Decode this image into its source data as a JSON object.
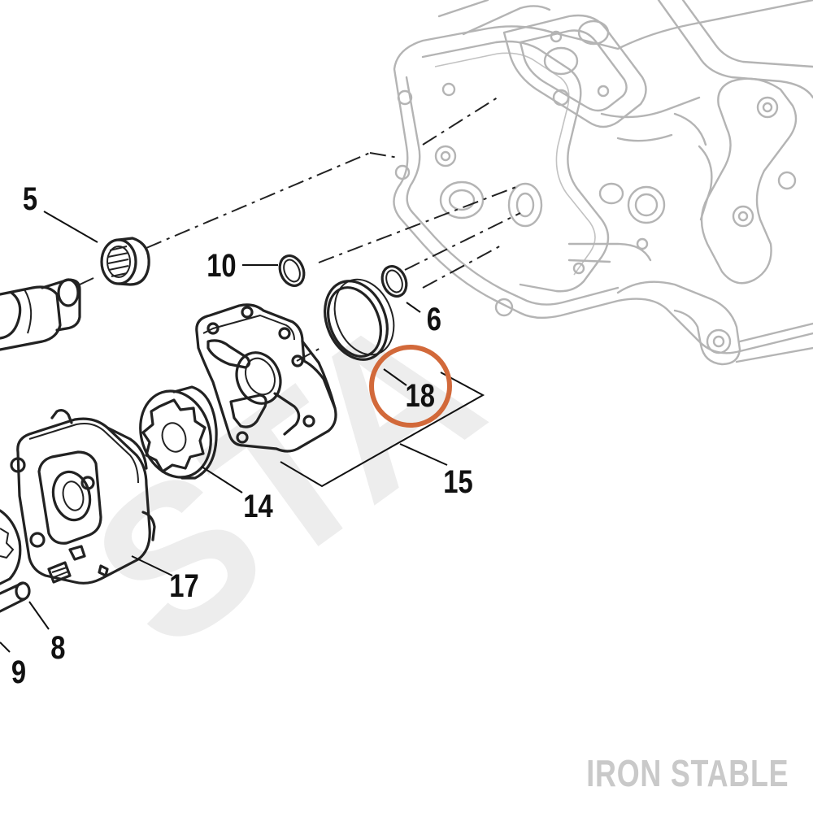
{
  "brand": "IRON STABLE",
  "highlight_color": "#d2693a",
  "labels": {
    "p5": "5",
    "p10": "10",
    "p6": "6",
    "p18": "18",
    "p15": "15",
    "p14": "14",
    "p17": "17",
    "p8": "8",
    "p9": "9"
  }
}
